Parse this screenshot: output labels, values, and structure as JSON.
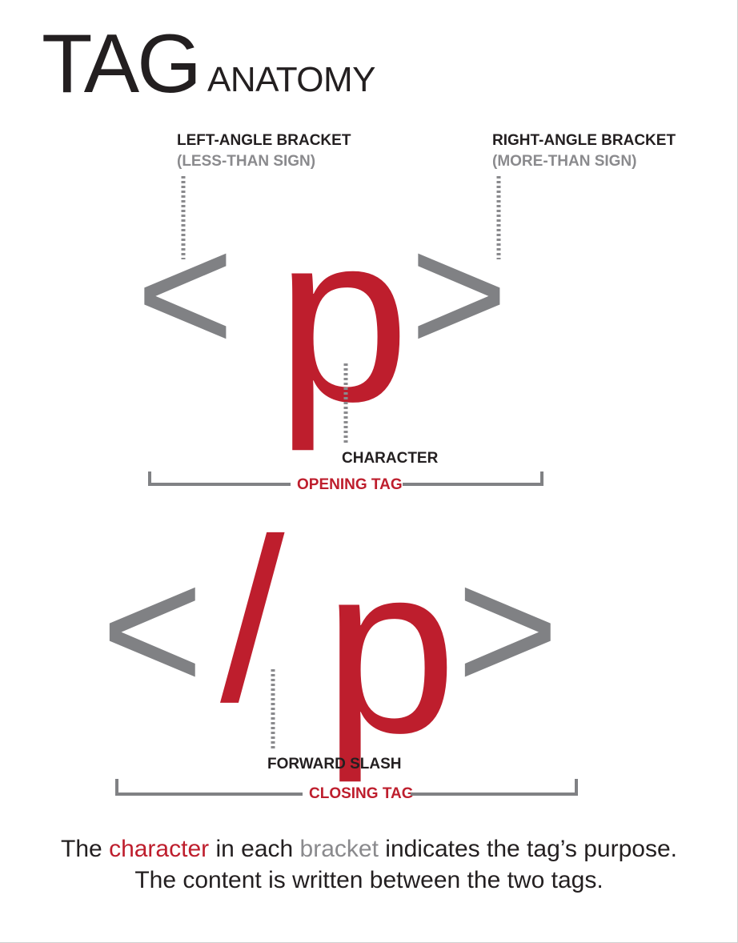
{
  "title": {
    "main": "TAG",
    "sub": "ANATOMY"
  },
  "opening_tag": {
    "left_bracket": "<",
    "character": "p",
    "right_bracket": ">",
    "left_bracket_label": "LEFT-ANGLE BRACKET",
    "left_bracket_sublabel": "(LESS-THAN SIGN)",
    "right_bracket_label": "RIGHT-ANGLE BRACKET",
    "right_bracket_sublabel": "(MORE-THAN SIGN)",
    "character_label": "CHARACTER",
    "bracket_caption": "OPENING TAG"
  },
  "closing_tag": {
    "left_bracket": "<",
    "slash": "/",
    "character": "p",
    "right_bracket": ">",
    "slash_label": "FORWARD SLASH",
    "bracket_caption": "CLOSING TAG"
  },
  "caption": {
    "line1_part1": "The ",
    "line1_highlight1": "character",
    "line1_part2": " in each ",
    "line1_highlight2": "bracket",
    "line1_part3": " indicates the tag’s purpose.",
    "line2": "The content is written between the two tags."
  },
  "colors": {
    "accent_red": "#be1e2d",
    "bracket_gray": "#808184",
    "text_dark": "#231f20",
    "label_gray": "#8a8a8d"
  }
}
